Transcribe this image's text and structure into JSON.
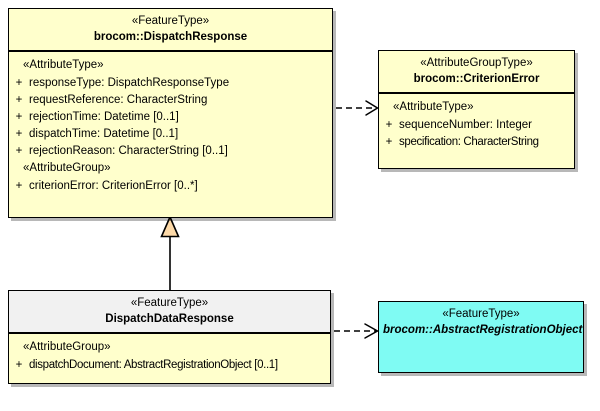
{
  "diagram": {
    "kind": "uml-class-diagram",
    "background_color": "#ffffff",
    "colors": {
      "class_fill_yellow": "#ffffcc",
      "class_fill_cyan": "#7ffbf3",
      "class_header_grey": "#f1f1f1",
      "border": "#000000",
      "generalization_arrow_fill": "#fcd9a8",
      "connector_line": "#000000"
    }
  },
  "classes": {
    "dispatch_response": {
      "stereotype": "«FeatureType»",
      "name": "brocom::DispatchResponse",
      "abstract": false,
      "sections": [
        {
          "group_label": "«AttributeType»",
          "attributes": [
            {
              "visibility": "+",
              "text": "responseType: DispatchResponseType"
            },
            {
              "visibility": "+",
              "text": "requestReference: CharacterString"
            },
            {
              "visibility": "+",
              "text": "rejectionTime: Datetime [0..1]"
            },
            {
              "visibility": "+",
              "text": "dispatchTime: Datetime [0..1]"
            },
            {
              "visibility": "+",
              "text": "rejectionReason: CharacterString [0..1]"
            }
          ]
        },
        {
          "group_label": "«AttributeGroup»",
          "attributes": [
            {
              "visibility": "+",
              "text": "criterionError: CriterionError [0..*]"
            }
          ]
        }
      ]
    },
    "criterion_error": {
      "stereotype": "«AttributeGroupType»",
      "name": "brocom::CriterionError",
      "abstract": false,
      "sections": [
        {
          "group_label": "«AttributeType»",
          "attributes": [
            {
              "visibility": "+",
              "text": "sequenceNumber: Integer"
            },
            {
              "visibility": "+",
              "text": "specification: CharacterString"
            }
          ]
        }
      ]
    },
    "dispatch_data_response": {
      "stereotype": "«FeatureType»",
      "name": "DispatchDataResponse",
      "abstract": false,
      "sections": [
        {
          "group_label": "«AttributeGroup»",
          "attributes": [
            {
              "visibility": "+",
              "text": "dispatchDocument: AbstractRegistrationObject [0..1]"
            }
          ]
        }
      ]
    },
    "abstract_registration_object": {
      "stereotype": "«FeatureType»",
      "name": "brocom::AbstractRegistrationObject",
      "abstract": true,
      "sections": []
    }
  },
  "connectors": [
    {
      "id": "generalization",
      "type": "generalization",
      "from": "dispatch_data_response",
      "to": "dispatch_response",
      "line_style": "solid",
      "arrowhead": "hollow-triangle"
    },
    {
      "id": "dependency-criterion-error",
      "type": "dependency",
      "from": "dispatch_response",
      "to": "criterion_error",
      "line_style": "dashed",
      "arrowhead": "open"
    },
    {
      "id": "dependency-registration-object",
      "type": "dependency",
      "from": "dispatch_data_response",
      "to": "abstract_registration_object",
      "line_style": "dashed",
      "arrowhead": "open"
    }
  ]
}
